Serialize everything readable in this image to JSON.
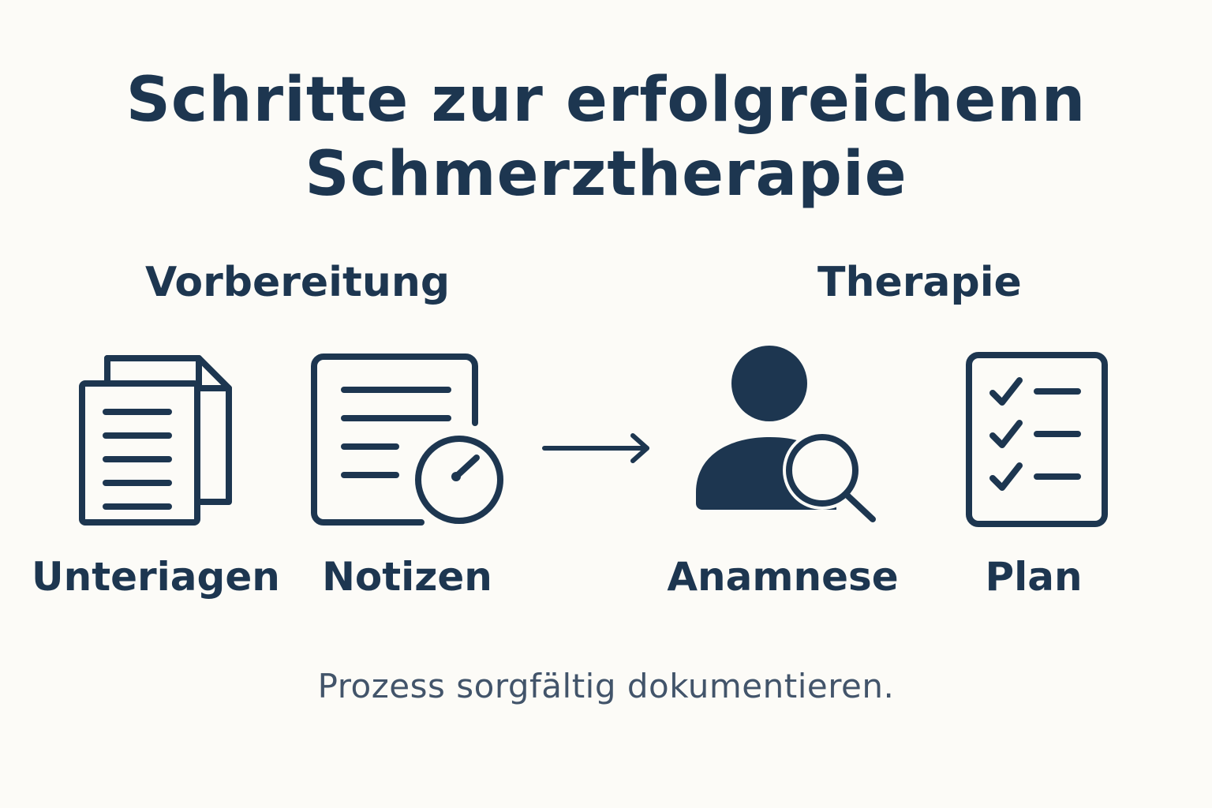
{
  "title": {
    "line1": "Schritte zur erfolgreichenn",
    "line2": "Schmerztherapie"
  },
  "sections": {
    "preparation": "Vorbereitung",
    "therapy": "Therapie"
  },
  "steps": [
    {
      "label": "Unteriagen",
      "icon": "documents-icon"
    },
    {
      "label": "Notizen",
      "icon": "notes-with-gauge-icon"
    },
    {
      "label": "Anamnese",
      "icon": "person-search-icon"
    },
    {
      "label": "Plan",
      "icon": "checklist-icon"
    }
  ],
  "footer": "Prozess sorgfältig dokumentieren.",
  "colors": {
    "background": "#fcfbf7",
    "primary": "#1d3650",
    "footer_text": "#42546a"
  }
}
